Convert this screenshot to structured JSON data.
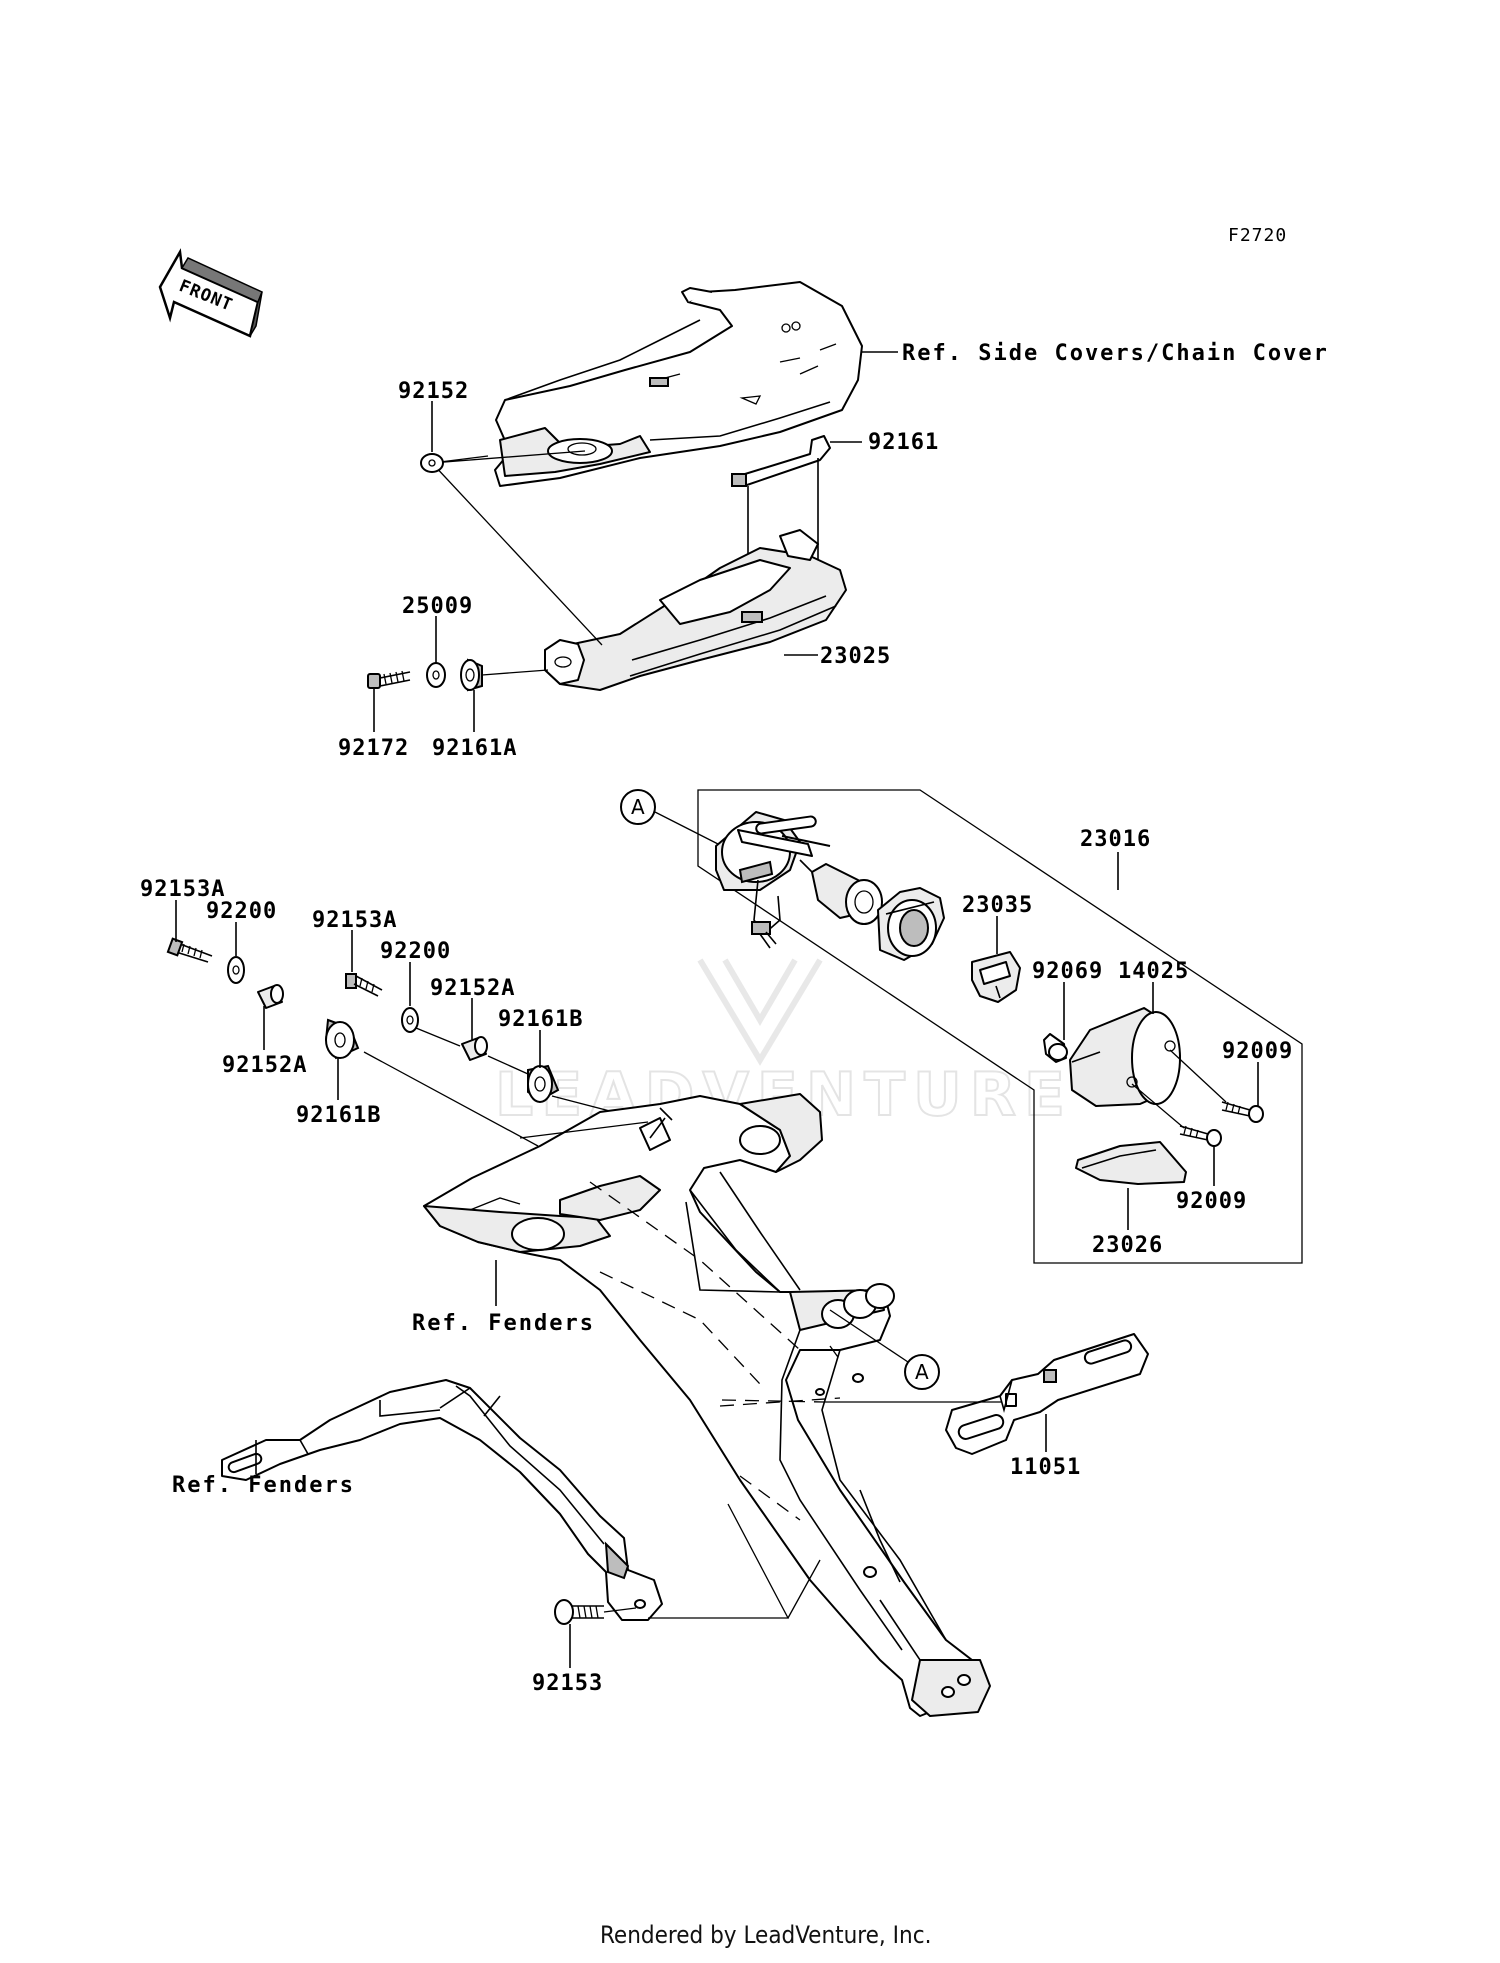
{
  "diagram": {
    "figure_code": "F2720",
    "front_label": "FRONT",
    "watermark": "LEADVENTURE",
    "footer": "Rendered by LeadVenture, Inc.",
    "references": {
      "side_covers": "Ref. Side Covers/Chain Cover",
      "fenders_upper": "Ref. Fenders",
      "fenders_lower": "Ref. Fenders"
    },
    "callouts": {
      "upper_a": "A",
      "lower_a": "A"
    },
    "part_labels": {
      "p92152": "92152",
      "p92161": "92161",
      "p25009": "25009",
      "p23025": "23025",
      "p92172": "92172",
      "p92161A": "92161A",
      "p23016": "23016",
      "p92153A_left": "92153A",
      "p92200_left": "92200",
      "p92153A_mid": "92153A",
      "p92200_mid": "92200",
      "p92152A_mid": "92152A",
      "p92161B_mid": "92161B",
      "p92152A_left": "92152A",
      "p92161B_left": "92161B",
      "p23035": "23035",
      "p92069": "92069",
      "p14025": "14025",
      "p92009_upper": "92009",
      "p92009_lower": "92009",
      "p23026": "23026",
      "p11051": "11051",
      "p92153": "92153"
    }
  }
}
